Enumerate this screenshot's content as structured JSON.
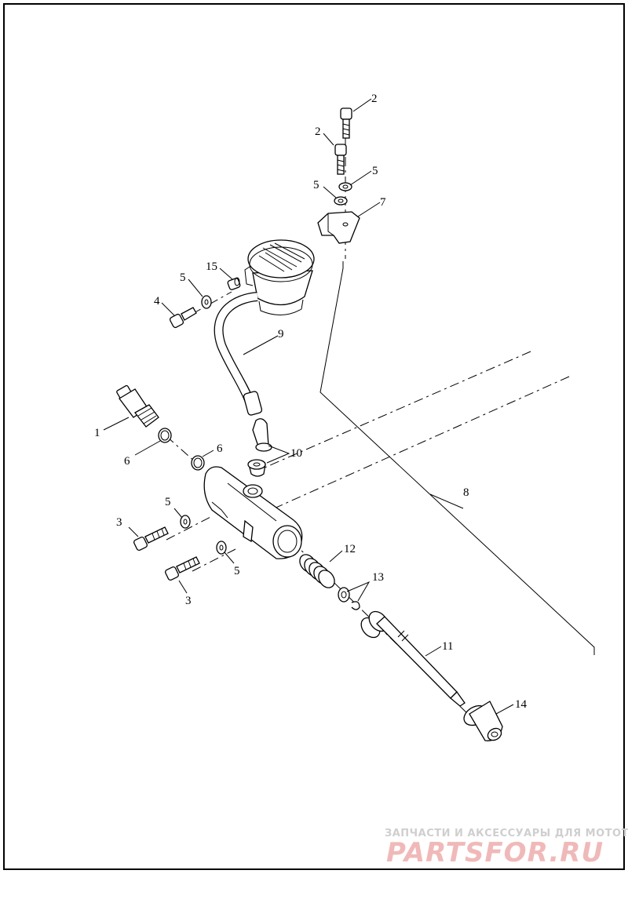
{
  "callouts": {
    "c1": "1",
    "c2a": "2",
    "c2b": "2",
    "c3a": "3",
    "c3b": "3",
    "c4": "4",
    "c5a": "5",
    "c5b": "5",
    "c5c": "5",
    "c5d": "5",
    "c5e": "5",
    "c6a": "6",
    "c6b": "6",
    "c7": "7",
    "c8": "8",
    "c9": "9",
    "c10": "10",
    "c11": "11",
    "c12": "12",
    "c13": "13",
    "c14": "14",
    "c15": "15"
  },
  "watermark": {
    "tagline": "ЗАПЧАСТИ И АКСЕССУАРЫ ДЛЯ МОТОТЕХНИКИ",
    "logo": "PARTSFOR.RU"
  },
  "colors": {
    "line": "#000000",
    "watermark_logo": "#f0b9b9",
    "watermark_text": "#cfcfcf"
  }
}
